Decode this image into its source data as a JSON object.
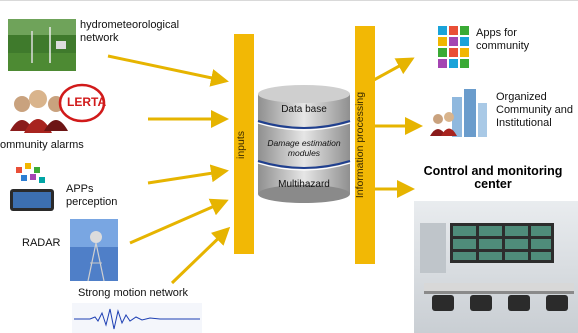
{
  "sources": {
    "hydro": "hydrometeorological\nnetwork",
    "alarms": "ommunity alarms",
    "alerta_logo": "LERTA",
    "apps": "APPs\nperception",
    "radar": "RADAR",
    "motion": "Strong motion network"
  },
  "bars": {
    "inputs": "inputs",
    "processing": "Information processing"
  },
  "cylinder": {
    "top": "Data base",
    "middle": "Damage estimation\nmodules",
    "bottom": "Multihazard"
  },
  "outputs": {
    "apps_community": "Apps for\ncommunity",
    "organized": "Organized\nCommunity and\nInstitutional",
    "control_center": "Control and monitoring\ncenter"
  },
  "colors": {
    "arrow": "#e6b400",
    "bar": "#f2b805",
    "cylinder": "#b9b9b9",
    "cylinder_accent": "#1f3f8f"
  },
  "icons": [
    "weather-station-photo",
    "community-alarm-icon",
    "smartphone-apps-icon",
    "radar-tower-photo",
    "seismogram-image",
    "app-grid-icon",
    "city-community-icon",
    "control-room-photo"
  ]
}
